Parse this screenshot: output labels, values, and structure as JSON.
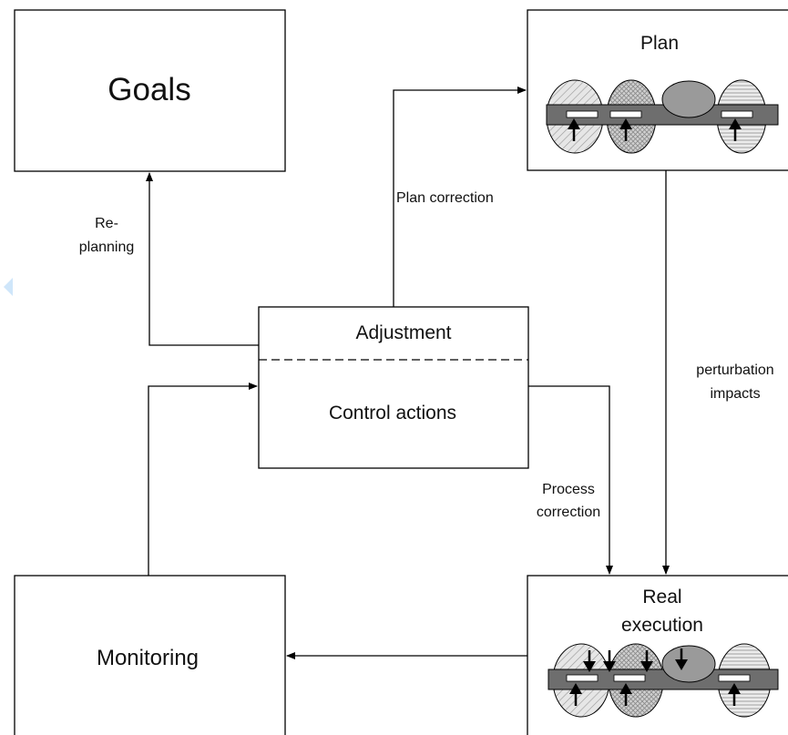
{
  "boxes": {
    "goals": "Goals",
    "plan": "Plan",
    "adjustment": "Adjustment",
    "control_actions": "Control actions",
    "monitoring": "Monitoring",
    "real_execution_line1": "Real",
    "real_execution_line2": "execution"
  },
  "arrows": {
    "replanning_line1": "Re-",
    "replanning_line2": "planning",
    "plan_correction": "Plan correction",
    "perturbation_line1": "perturbation",
    "perturbation_line2": "impacts",
    "process_line1": "Process",
    "process_line2": "correction"
  }
}
